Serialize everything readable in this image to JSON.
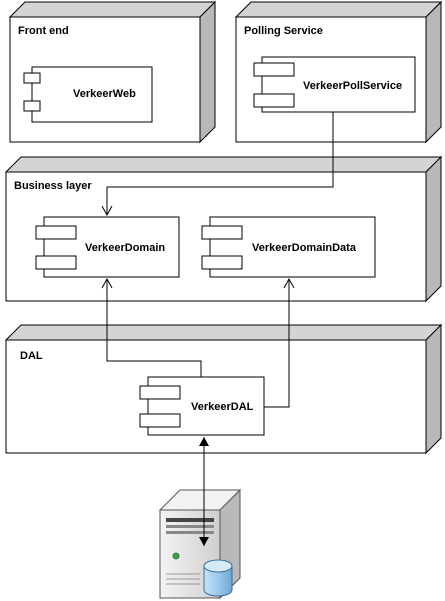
{
  "nodes": {
    "front_end": {
      "label": "Front end",
      "component": "VerkeerWeb"
    },
    "polling_service": {
      "label": "Polling Service",
      "component": "VerkeerPollService"
    },
    "business_layer": {
      "label": "Business layer",
      "components": [
        "VerkeerDomain",
        "VerkeerDomainData"
      ]
    },
    "dal": {
      "label": "DAL",
      "component": "VerkeerDAL"
    }
  },
  "colors": {
    "node_side": "#c0c0c0",
    "node_top": "#d4d4d4",
    "outline": "#000000",
    "server_body": "#e8e8e8",
    "database": "#a8d0ec"
  },
  "icons": [
    "component-icon",
    "server-icon",
    "database-icon"
  ]
}
